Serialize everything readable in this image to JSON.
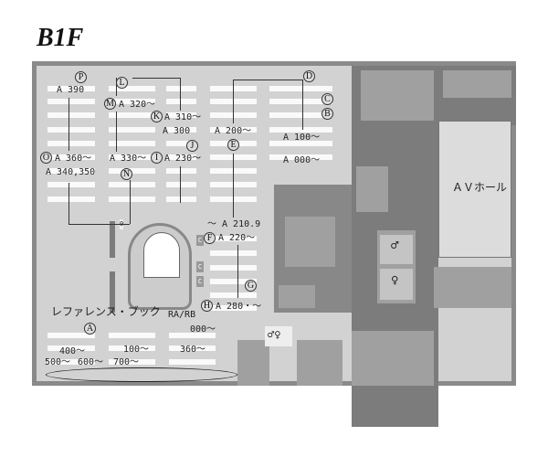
{
  "floor_title": "B1F",
  "call_numbers": {
    "a390": "A 390",
    "a320": "A 320〜",
    "a310": "A 310〜",
    "a300": "A 300",
    "a200": "A 200〜",
    "a100": "A 100〜",
    "a000": "A 000〜",
    "a360": "A 360〜",
    "a340": "A 340,350",
    "a330": "A 330〜",
    "a230": "A 230〜",
    "a2109": "〜 A 210.9",
    "a220": "A 220〜",
    "a280": "A 280・〜",
    "n000": "000〜",
    "n100": "100〜",
    "n360": "360〜",
    "n400": "400〜",
    "n500": "500〜",
    "n600": "600〜",
    "n700": "700〜"
  },
  "markers": [
    "A",
    "B",
    "C",
    "D",
    "E",
    "F",
    "G",
    "H",
    "I",
    "J",
    "K",
    "L",
    "M",
    "N",
    "O",
    "P"
  ],
  "reference_label": "レファレンス・ブック",
  "ra_rb_label": "RA/RB",
  "av_hall_label": "ＡＶホール",
  "copier_label": "C",
  "small_label": "0"
}
